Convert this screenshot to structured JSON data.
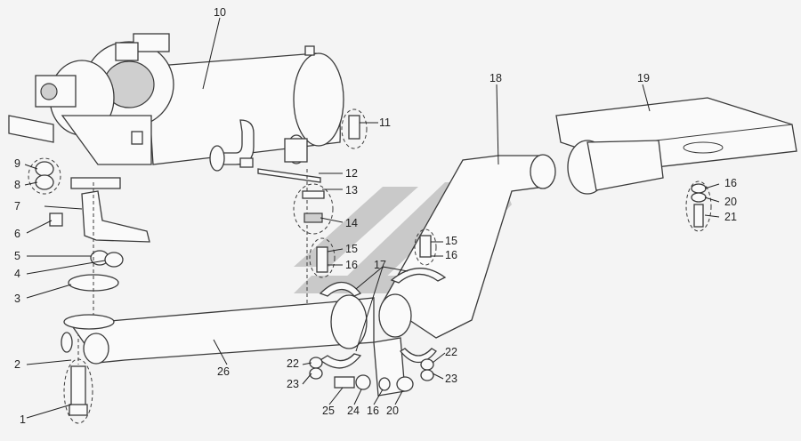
{
  "diagram": {
    "callouts": [
      "1",
      "2",
      "3",
      "4",
      "5",
      "6",
      "7",
      "8",
      "9",
      "10",
      "11",
      "12",
      "13",
      "14",
      "15",
      "15",
      "16",
      "16",
      "16",
      "16",
      "17",
      "18",
      "19",
      "20",
      "20",
      "21",
      "22",
      "22",
      "23",
      "23",
      "24",
      "25",
      "26"
    ]
  },
  "colors": {
    "line": "#3a3a3a",
    "fill": "#fafafa",
    "watermark": "#c9c9c9",
    "background": "#f4f4f4"
  }
}
